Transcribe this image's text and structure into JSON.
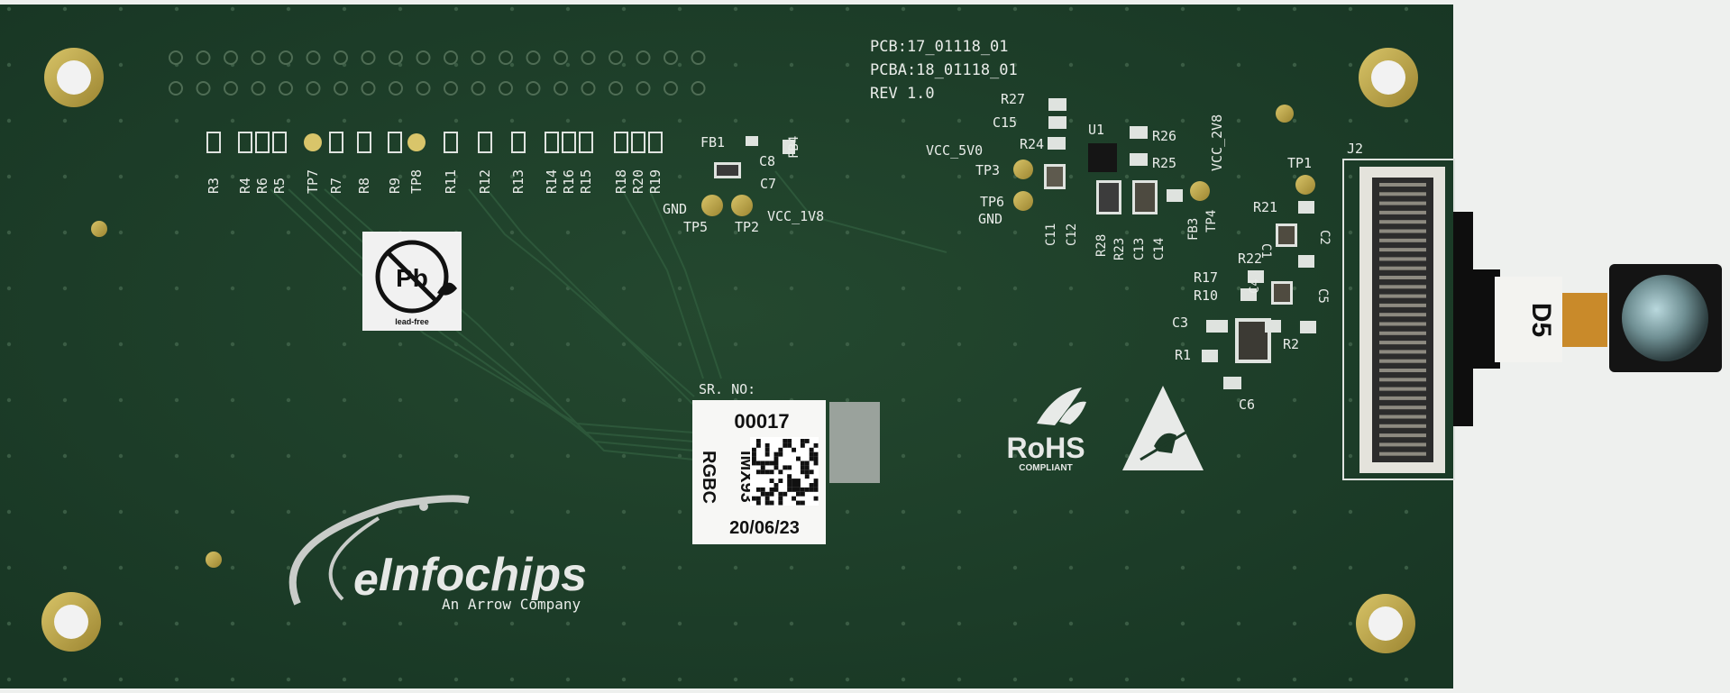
{
  "board": {
    "pcb_number": "PCB:17_01118_01",
    "pcba_number": "PCBA:18_01118_01",
    "revision": "REV 1.0",
    "serial_label_title": "SR. NO:",
    "serial": {
      "number": "00017",
      "part": "iMX93",
      "variant": "RGBC",
      "date": "20/06/23"
    },
    "brand": {
      "name": "Infochips",
      "prefix": "e",
      "tagline": "An Arrow Company"
    },
    "rohs": {
      "title": "RoHS",
      "subtitle": "COMPLIANT"
    },
    "pb_free_caption": "lead-free",
    "camera_flex_label": "D5",
    "connector_label": "J2",
    "resistor_row": [
      "R3",
      "R4",
      "R6",
      "R5",
      "TP7",
      "R7",
      "R8",
      "R9",
      "TP8",
      "R11",
      "R12",
      "R13",
      "R14",
      "R16",
      "R15",
      "R18",
      "R20",
      "R19"
    ],
    "components": {
      "fb1": "FB1",
      "fb4": "FB4",
      "c8": "C8",
      "c7": "C7",
      "gnd_left": "GND",
      "tp5": "TP5",
      "tp2": "TP2",
      "vcc_1v8": "VCC_1V8",
      "r27": "R27",
      "c15": "C15",
      "r24": "R24",
      "u1": "U1",
      "r26": "R26",
      "r25": "R25",
      "vcc_5v0": "VCC_5V0",
      "tp3": "TP3",
      "tp6": "TP6",
      "gnd_right": "GND",
      "vcc_2v8": "VCC_2V8",
      "c11": "C11",
      "c12": "C12",
      "r28": "R28",
      "r23": "R23",
      "c13": "C13",
      "c14": "C14",
      "fb3": "FB3",
      "tp4": "TP4",
      "tp1": "TP1",
      "r21": "R21",
      "c1": "C1",
      "c2": "C2",
      "r22": "R22",
      "r17": "R17",
      "r10": "R10",
      "c4": "C4",
      "c5": "C5",
      "c3": "C3",
      "r1": "R1",
      "r2": "R2",
      "c6": "C6"
    }
  }
}
